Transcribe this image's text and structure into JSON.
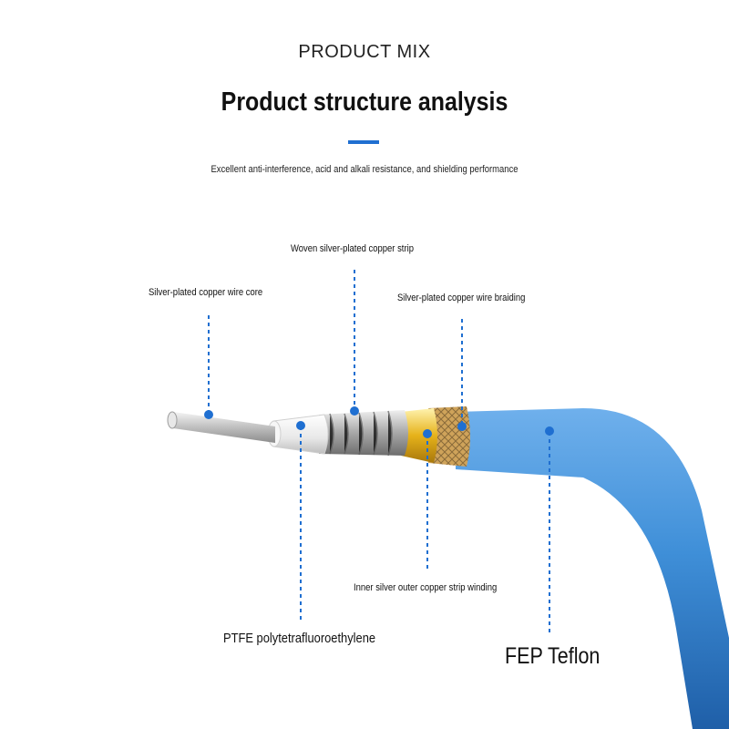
{
  "header": {
    "kicker": "PRODUCT MIX",
    "title": "Product structure analysis",
    "subtitle": "Excellent anti-interference, acid and alkali resistance, and shielding performance"
  },
  "labels": {
    "core": "Silver-plated copper wire core",
    "strip": "Woven silver-plated copper strip",
    "braid": "Silver-plated copper wire braiding",
    "winding": "Inner silver outer copper strip winding",
    "ptfe": "PTFE polytetrafluoroethylene",
    "fep": "FEP Teflon"
  },
  "colors": {
    "accent": "#1f6fd1",
    "jacket": "#3f8fd8",
    "gold": "#e6b21a"
  }
}
